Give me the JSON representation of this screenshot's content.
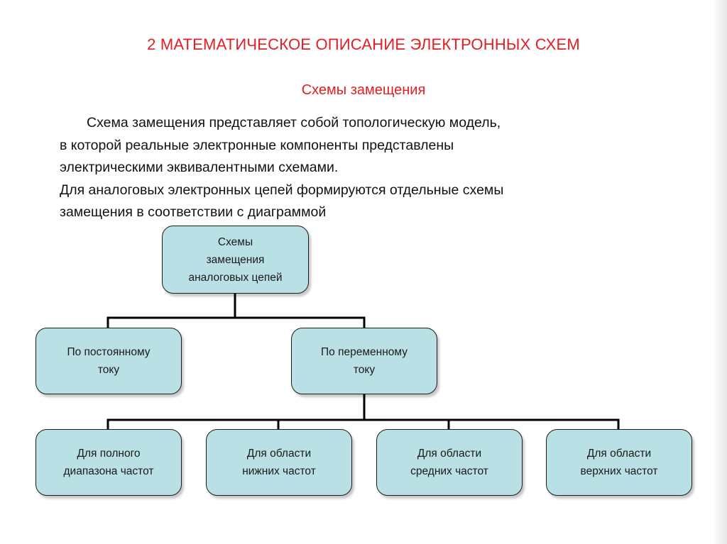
{
  "slide": {
    "title": "2 МАТЕМАТИЧЕСКОЕ  ОПИСАНИЕ ЭЛЕКТРОННЫХ  СХЕМ",
    "subtitle": "Схемы замещения",
    "paragraph_lines": [
      "Схема замещения представляет собой топологическую модель,",
      "в которой реальные электронные компоненты представлены",
      "электрическими эквивалентными схемами.",
      "Для аналоговых электронных цепей формируются отдельные схемы",
      "замещения в соответствии с диаграммой"
    ],
    "colors": {
      "title": "#e31e24",
      "node_fill": "#b9e0e4",
      "node_border": "#1c1c1c",
      "connector": "#000000"
    }
  },
  "diagram": {
    "root": "Схемы\nзамещения\nаналоговых цепей",
    "level1": [
      "По постоянному\nтоку",
      "По переменному\nтоку"
    ],
    "level2": [
      "Для полного\nдиапазона частот",
      "Для области\nнижних частот",
      "Для области\nсредних частот",
      "Для области\nверхних частот"
    ]
  }
}
